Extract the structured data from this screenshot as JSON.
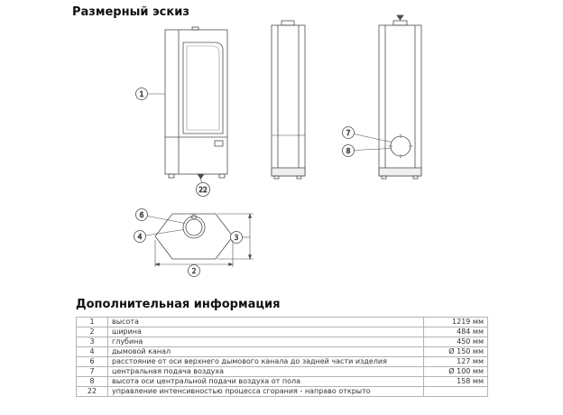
{
  "titles": {
    "drawing": "Размерный эскиз",
    "table": "Дополнительная информация"
  },
  "callouts": {
    "height": "1",
    "width": "2",
    "depth": "3",
    "flue": "4",
    "flue_offset": "6",
    "air_supply": "7",
    "air_height": "8",
    "control": "22"
  },
  "table": {
    "rows": [
      {
        "num": "1",
        "desc": "высота",
        "value": "1219 мм"
      },
      {
        "num": "2",
        "desc": "ширина",
        "value": "484 мм"
      },
      {
        "num": "3",
        "desc": "глубина",
        "value": "450 мм"
      },
      {
        "num": "4",
        "desc": "дымовой канал",
        "value": "Ø 150 мм"
      },
      {
        "num": "6",
        "desc": "расстояние от оси верхнего дымового канала до задней части изделия",
        "value": "127 мм"
      },
      {
        "num": "7",
        "desc": "центральная подача воздуха",
        "value": "Ø 100 мм"
      },
      {
        "num": "8",
        "desc": "высота оси центральной подачи воздуха от пола",
        "value": "158 мм"
      },
      {
        "num": "22",
        "desc": "управление интенсивностью процесса сгорания - направо открыто",
        "value": ""
      }
    ]
  }
}
